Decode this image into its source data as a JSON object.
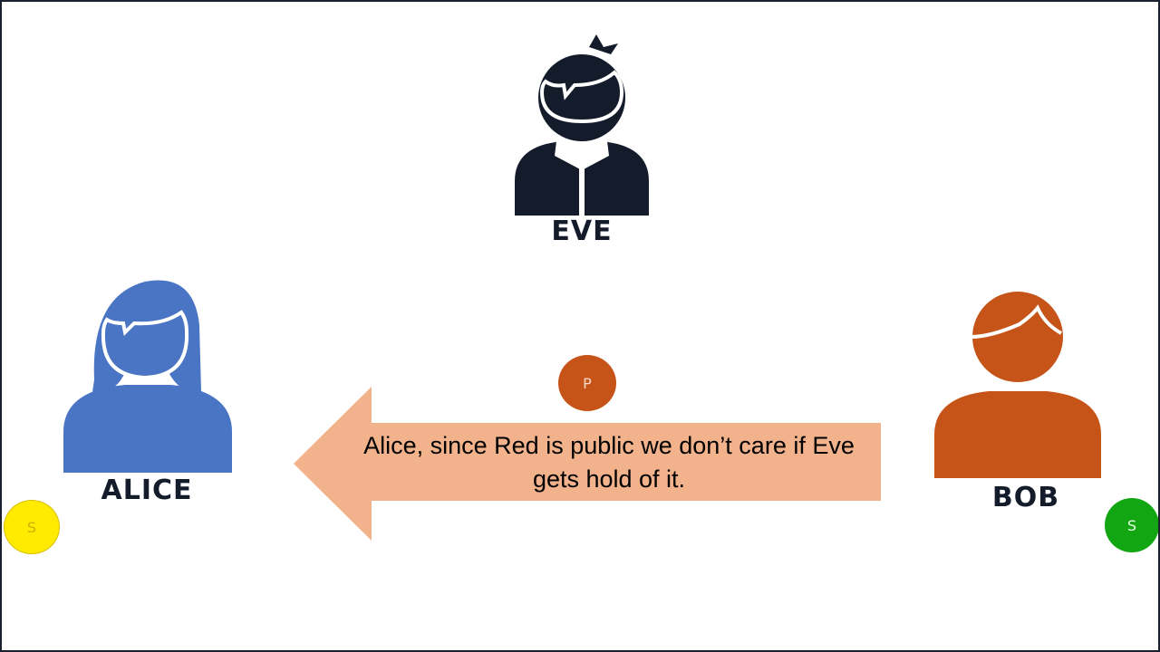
{
  "participants": {
    "eve": {
      "label": "EVE",
      "color": "#141b2b"
    },
    "alice": {
      "label": "ALICE",
      "color": "#4a74c4"
    },
    "bob": {
      "label": "BOB",
      "color": "#c65418"
    }
  },
  "message": {
    "text": "Alice, since Red is public we don’t care if Eve gets hold of it.",
    "arrow_color": "#f1b28c",
    "direction": "bob-to-alice"
  },
  "tokens": {
    "public_key": {
      "label": "P",
      "color": "#c65418"
    },
    "alice_secret": {
      "label": "S",
      "color": "#ffea00"
    },
    "bob_secret": {
      "label": "S",
      "color": "#12a712"
    }
  }
}
